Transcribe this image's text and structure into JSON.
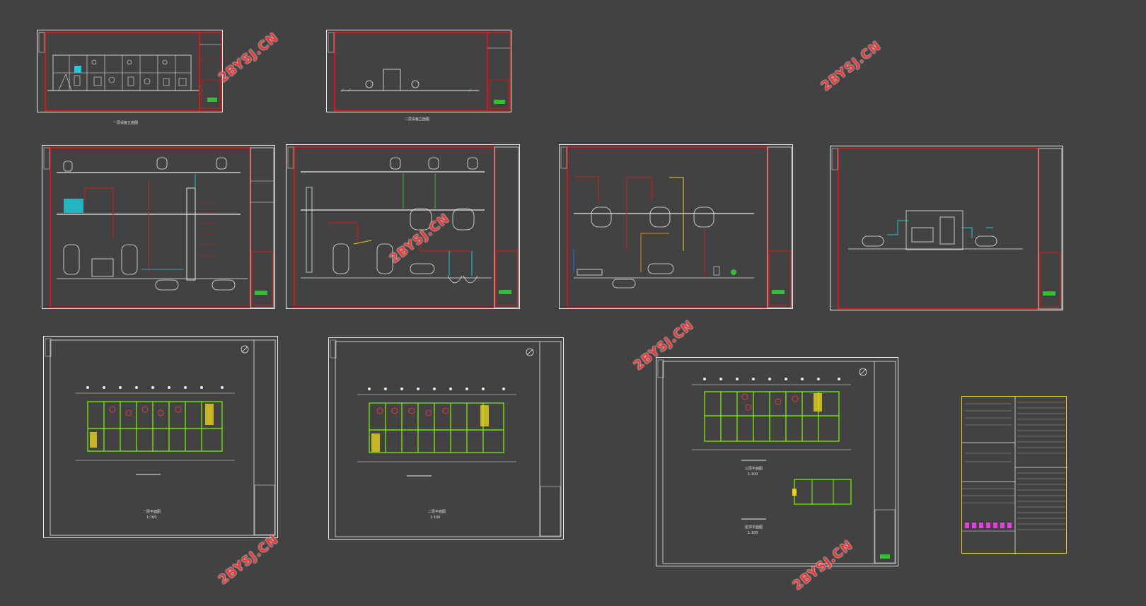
{
  "watermarks": {
    "w1": "2BYSJ.CN",
    "w2": "2BYSJ.CN",
    "w3": "2BYSJ.CN",
    "w4": "2BYSJ.CN",
    "w5": "2BYSJ.CN",
    "w6": "2BYSJ.CN"
  },
  "colors": {
    "background": "#424242",
    "frame": "#e8e8e8",
    "border_red": "#d11a1a",
    "pipe_cyan": "#22c8d8",
    "pipe_green": "#30c030",
    "pipe_yellow": "#e6d31a",
    "grid_green": "#7CFC00",
    "accent_magenta": "#e040e0"
  },
  "captions": {
    "elevation_1": "一层设备立面图",
    "elevation_2": "二层设备立面图",
    "plan_1": "一层平面图",
    "plan_1_scale": "1:100",
    "plan_2": "二层平面图",
    "plan_2_scale": "1:100",
    "plan_3": "三层平面图",
    "plan_3_scale": "1:100",
    "plan_4": "屋顶平面图",
    "plan_4_scale": "1:100"
  },
  "icons": [
    "north-arrow-icon",
    "title-block-icon"
  ]
}
